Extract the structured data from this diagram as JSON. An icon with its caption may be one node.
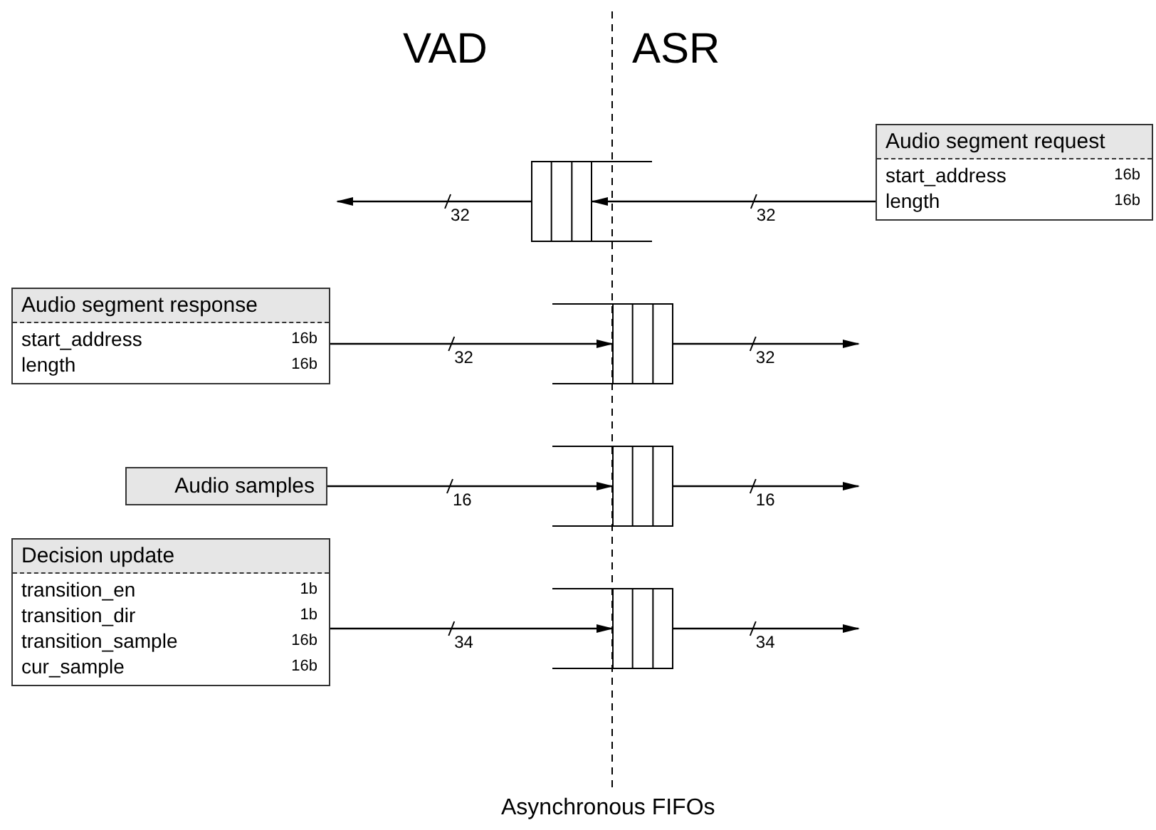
{
  "diagram": {
    "nodes": [
      {
        "text": [],
        "shape": "box"
      },
      {
        "text": [
          "Audio segment request",
          "start_address",
          "16b",
          "length",
          "16b"
        ]
      },
      {
        "text": [
          "Audio segment response",
          "start_address",
          "16b",
          "length",
          "16b"
        ]
      },
      {
        "text": [],
        "shape": "box"
      },
      {
        "text": [
          "Audio samples"
        ]
      },
      {
        "text": [],
        "shape": "box"
      },
      {
        "text": [
          "Decision update",
          "transition_en",
          "1b",
          "transition_dir",
          "1b",
          "transition_sample",
          "16b",
          "cur_sample",
          "16b"
        ]
      },
      {
        "text": [],
        "shape": "box"
      }
    ],
    "edges": [
      {
        "from": 1,
        "to": 0,
        "arrow": "to",
        "label": "32"
      },
      {
        "from": 0,
        "to": null,
        "arrow": "to",
        "label": "32"
      },
      {
        "from": 2,
        "to": 3,
        "arrow": "to",
        "label": "32"
      },
      {
        "from": 3,
        "to": null,
        "arrow": "to",
        "label": "32"
      },
      {
        "from": 4,
        "to": 5,
        "arrow": "to",
        "label": "16"
      },
      {
        "from": 5,
        "to": null,
        "arrow": "to",
        "label": "16"
      },
      {
        "from": 6,
        "to": 7,
        "arrow": "to",
        "label": "34"
      },
      {
        "from": 7,
        "to": null,
        "arrow": "to",
        "label": "34"
      }
    ],
    "labels": [
      "VAD",
      "ASR",
      "Asynchronous FIFOs"
    ]
  }
}
